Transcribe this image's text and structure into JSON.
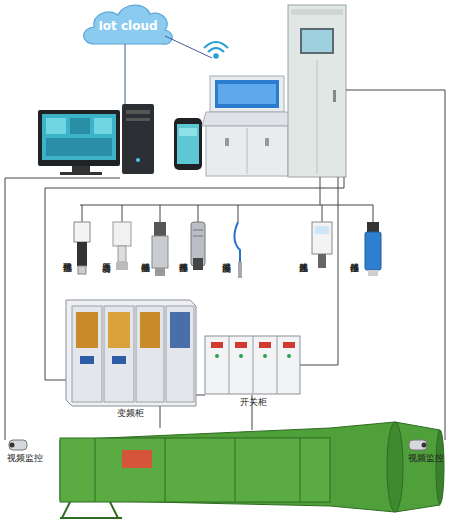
{
  "diagram": {
    "nodes": [
      {
        "text": [
          "Iot cloud"
        ]
      },
      {
        "text": [
          "甲烷传感器"
        ]
      },
      {
        "text": [
          "压力变送器"
        ]
      },
      {
        "text": [
          "振动传感器"
        ]
      },
      {
        "text": [
          "噪声传感器"
        ]
      },
      {
        "text": [
          "温度传感器"
        ]
      },
      {
        "text": [
          "风速传感器"
        ]
      },
      {
        "text": [
          "位移传感器"
        ]
      },
      {
        "text": [
          "变频柜"
        ]
      },
      {
        "text": [
          "开关柜"
        ]
      },
      {
        "text": [
          "视频监控"
        ]
      },
      {
        "text": [
          "视频监控"
        ]
      }
    ]
  }
}
